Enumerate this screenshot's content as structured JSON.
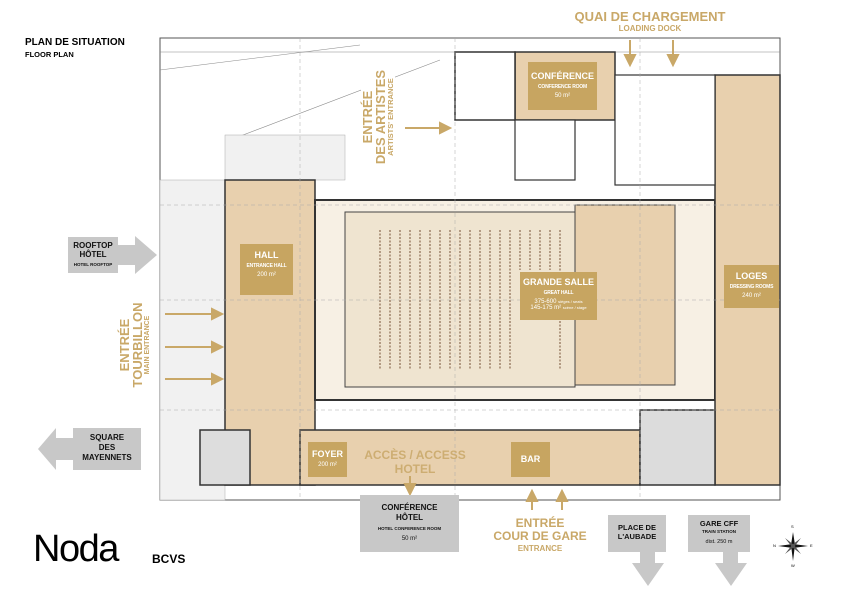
{
  "header": {
    "title": "PLAN DE SITUATION",
    "subtitle": "FLOOR PLAN"
  },
  "loading_dock": {
    "title": "QUAI DE CHARGEMENT",
    "subtitle": "LOADING DOCK"
  },
  "artists_entrance": {
    "line1": "ENTRÉE",
    "line2": "DES ARTISTES",
    "subtitle": "ARTISTS' ENTRANCE"
  },
  "main_entrance": {
    "line1": "ENTRÉE",
    "line2": "TOURBILLON",
    "subtitle": "MAIN ENTRANCE"
  },
  "rooms": {
    "conference": {
      "title": "CONFÉRENCE",
      "subtitle": "CONFERENCE ROOM",
      "area": "50 m²"
    },
    "hall": {
      "title": "HALL",
      "subtitle": "ENTRANCE HALL",
      "area": "200 m²"
    },
    "grande_salle": {
      "title": "GRANDE SALLE",
      "subtitle": "GREAT HALL",
      "seats": "375-600",
      "seats_unit": "sièges / seats",
      "stage": "145-175 m²",
      "stage_unit": "scène / stage"
    },
    "loges": {
      "title": "LOGES",
      "subtitle": "DRESSING ROOMS",
      "area": "240 m²"
    },
    "foyer": {
      "title": "FOYER",
      "area": "200 m²"
    },
    "bar": {
      "title": "BAR"
    }
  },
  "hotel_access": {
    "line1": "ACCÈS / ACCESS",
    "line2": "HOTEL"
  },
  "outside": {
    "rooftop": {
      "line1": "ROOFTOP",
      "line2": "HÔTEL",
      "subtitle": "HOTEL ROOFTOP"
    },
    "square": {
      "line1": "SQUARE",
      "line2": "DES",
      "line3": "MAYENNETS"
    },
    "hotel_conference": {
      "line1": "CONFÉRENCE",
      "line2": "HÔTEL",
      "subtitle": "HOTEL CONFERENCE ROOM",
      "area": "50 m²"
    },
    "cour_de_gare": {
      "line1": "ENTRÉE",
      "line2": "COUR DE GARE",
      "subtitle": "ENTRANCE"
    },
    "aubade": {
      "line1": "PLACE DE",
      "line2": "L'AUBADE"
    },
    "gare": {
      "line1": "GARE CFF",
      "subtitle": "TRAIN STATION",
      "distance": "dist. 250 m"
    }
  },
  "compass": {
    "n": "N",
    "s": "S",
    "e": "E",
    "w": "W"
  },
  "logo": {
    "brand": "Noda",
    "partner": "BCVS"
  },
  "colors": {
    "gold": "#c9a868",
    "label": "#c7a561",
    "floor": "#e8d0ae",
    "grey": "#c8c8c8"
  }
}
